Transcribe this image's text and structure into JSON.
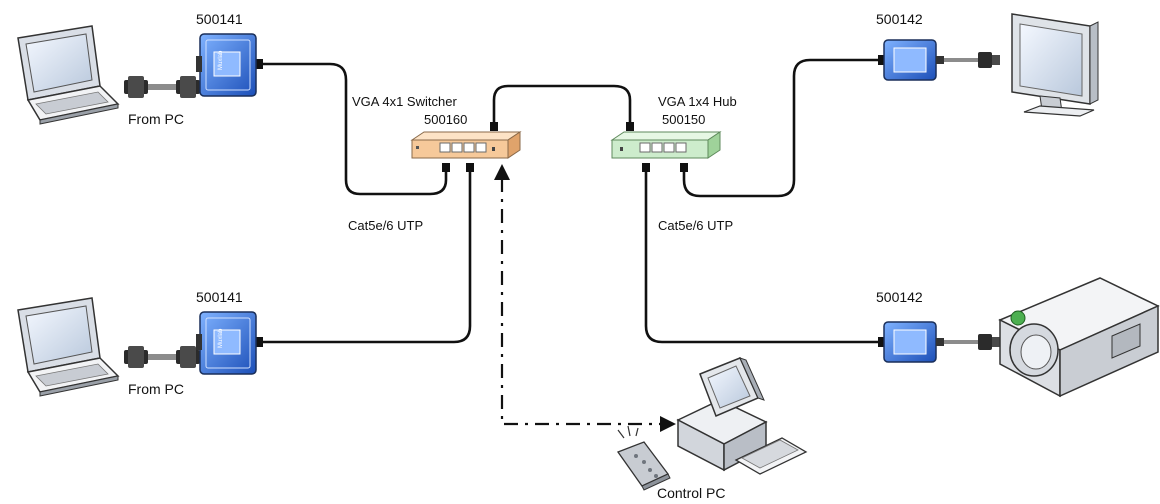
{
  "devices": {
    "transmitter_top_label": "500141",
    "transmitter_bottom_label": "500141",
    "receiver_top_label": "500142",
    "receiver_bottom_label": "500142",
    "switcher_name": "VGA 4x1 Switcher",
    "switcher_model": "500160",
    "hub_name": "VGA 1x4 Hub",
    "hub_model": "500150",
    "from_pc_top": "From PC",
    "from_pc_bottom": "From PC",
    "cable_left": "Cat5e/6 UTP",
    "cable_right": "Cat5e/6 UTP",
    "control_pc": "Control PC",
    "adapter_brand": "Muxlab"
  },
  "colors": {
    "switcher_body": "#f6c99a",
    "hub_body": "#cdeccc",
    "adapter_blue": "#2f6fd6",
    "line": "#111111"
  },
  "icons": {
    "laptop": "laptop-icon",
    "monitor": "monitor-icon",
    "projector": "projector-icon",
    "computer": "desktop-computer-icon",
    "remote": "remote-control-icon",
    "vga_plug": "vga-plug-icon"
  }
}
